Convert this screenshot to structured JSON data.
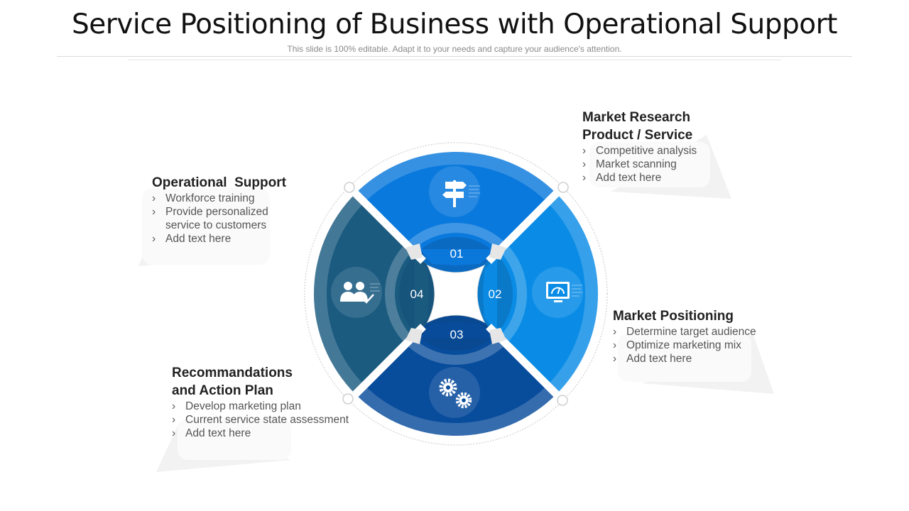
{
  "header": {
    "title": "Service Positioning of Business with Operational Support",
    "subtitle": "This slide is 100% editable. Adapt it to your needs and capture your audience's attention."
  },
  "colors": {
    "seg01": "#0a79dd",
    "seg02": "#0a8ce6",
    "seg03": "#084c9c",
    "seg04": "#1b5b80",
    "center": "#ffffff"
  },
  "segments": [
    {
      "number": "01",
      "icon": "signpost-icon"
    },
    {
      "number": "02",
      "icon": "monitor-gauge-icon"
    },
    {
      "number": "03",
      "icon": "gears-icon"
    },
    {
      "number": "04",
      "icon": "team-check-icon"
    }
  ],
  "blocks": {
    "market_research": {
      "title_line1": "Market Research",
      "title_line2": "Product / Service",
      "items": [
        "Competitive analysis",
        "Market scanning",
        "Add text here"
      ]
    },
    "market_positioning": {
      "title": "Market Positioning",
      "items": [
        "Determine target audience",
        "Optimize marketing mix",
        "Add text here"
      ]
    },
    "recommendations": {
      "title_line1": "Recommandations",
      "title_line2": "and Action Plan",
      "items": [
        "Develop marketing plan",
        "Current service state assessment",
        "Add text here"
      ]
    },
    "operational_support": {
      "title": "Operational  Support",
      "items": [
        "Workforce training",
        "Provide personalized",
        "service to customers",
        "Add text here"
      ]
    }
  },
  "bullet": "›"
}
